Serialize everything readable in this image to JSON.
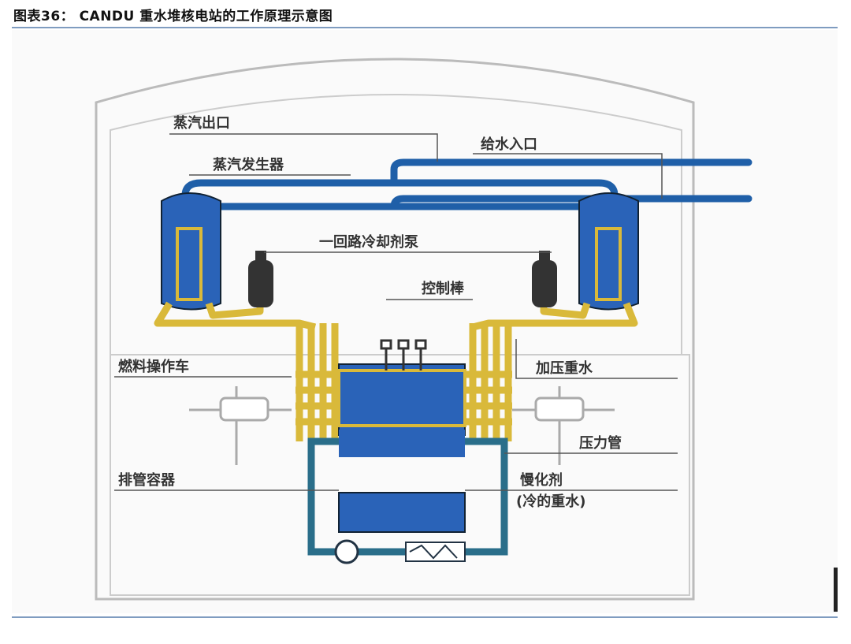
{
  "figure": {
    "title": "图表36： CANDU 重水堆核电站的工作原理示意图",
    "labels": {
      "steam_outlet": "蒸汽出口",
      "feedwater_inlet": "给水入口",
      "steam_generator": "蒸汽发生器",
      "primary_pump": "一回路冷却剂泵",
      "control_rods": "控制棒",
      "fuel_machine": "燃料操作车",
      "pressurized_heavy_water": "加压重水",
      "pressure_tube": "压力管",
      "calandria": "排管容器",
      "moderator": "慢化剂",
      "moderator_note": "(冷的重水)"
    },
    "colors": {
      "heavy_water_blue": "#1f5fa8",
      "coolant_yellow": "#d9b93a",
      "rule": "#7f9cc0"
    }
  }
}
